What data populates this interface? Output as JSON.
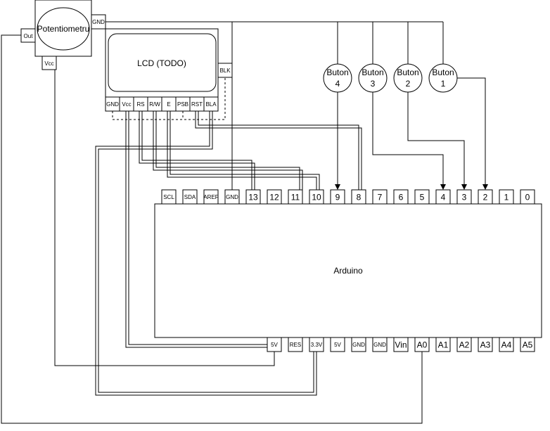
{
  "potentiometer": {
    "label": "Potentiometru",
    "pins": {
      "out": "Out",
      "gnd": "GND",
      "vcc": "Vcc"
    }
  },
  "lcd": {
    "label": "LCD (TODO)",
    "blk": "BLK",
    "pins": [
      "GND",
      "Vcc",
      "RS",
      "R/W",
      "E",
      "PSB",
      "RST",
      "BLA"
    ]
  },
  "buttons": [
    {
      "line1": "Buton",
      "line2": "4"
    },
    {
      "line1": "Buton",
      "line2": "3"
    },
    {
      "line1": "Buton",
      "line2": "2"
    },
    {
      "line1": "Buton",
      "line2": "1"
    }
  ],
  "arduino": {
    "label": "Arduino",
    "top_pins": [
      "SCL",
      "SDA",
      "AREF",
      "GND",
      "13",
      "12",
      "11",
      "10",
      "9",
      "8",
      "7",
      "6",
      "5",
      "4",
      "3",
      "2",
      "1",
      "0"
    ],
    "bottom_pins": [
      "5V",
      "RES",
      "3.3V",
      "5V",
      "GND",
      "GND",
      "Vin",
      "A0",
      "A1",
      "A2",
      "A3",
      "A4",
      "A5"
    ]
  }
}
